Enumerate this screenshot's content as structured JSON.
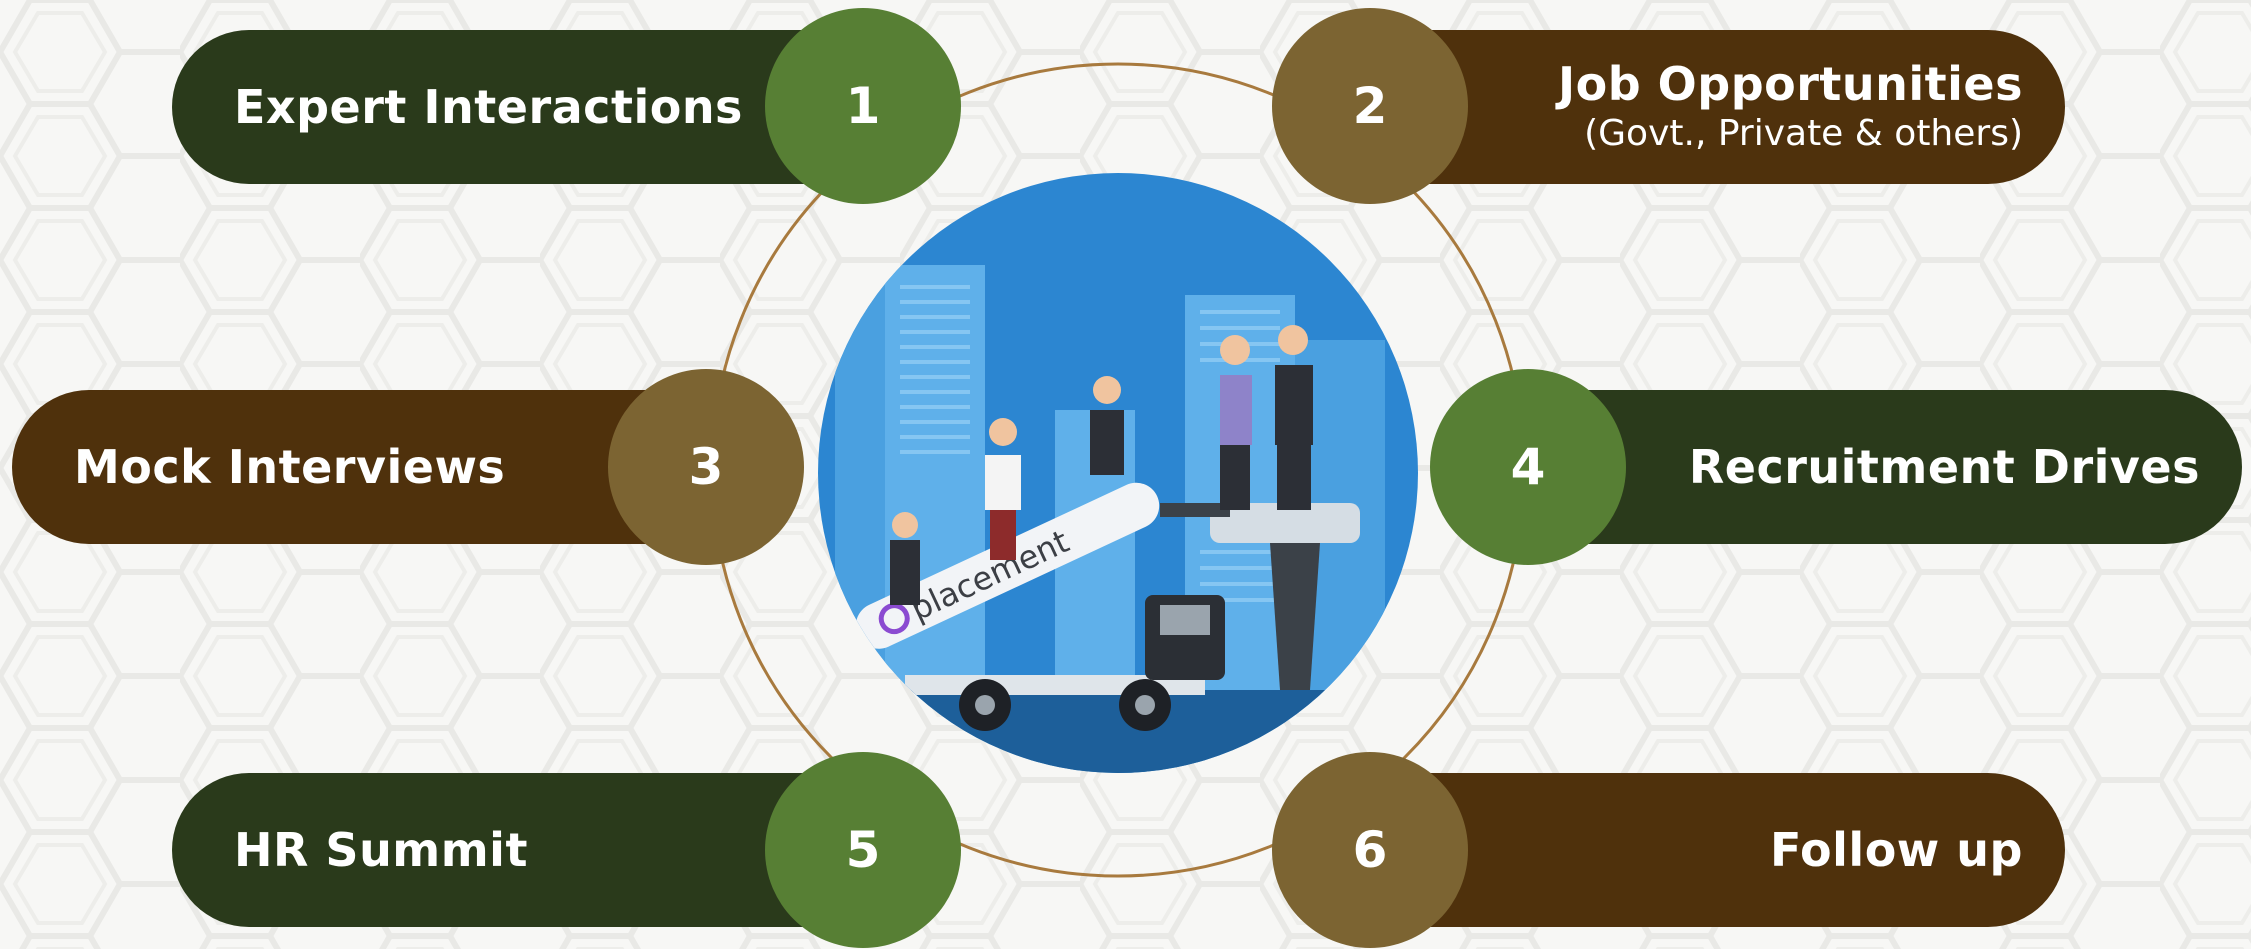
{
  "colors": {
    "background": "#f7f7f5",
    "pill_green": "#2a3a1b",
    "pill_brown": "#4f310c",
    "badge_green": "#577f34",
    "badge_brown": "#7c6432",
    "ring": "#a87a3e",
    "illustration_sky": "#2c86d1"
  },
  "items": [
    {
      "number": "1",
      "label": "Expert Interactions",
      "sublabel": "",
      "color": "green"
    },
    {
      "number": "2",
      "label": "Job Opportunities",
      "sublabel": "(Govt., Private & others)",
      "color": "brown"
    },
    {
      "number": "3",
      "label": "Mock Interviews",
      "sublabel": "",
      "color": "brown"
    },
    {
      "number": "4",
      "label": "Recruitment Drives",
      "sublabel": "",
      "color": "green"
    },
    {
      "number": "5",
      "label": "HR Summit",
      "sublabel": "",
      "color": "green"
    },
    {
      "number": "6",
      "label": "Follow up",
      "sublabel": "",
      "color": "brown"
    }
  ],
  "center": {
    "logo_text": "placement",
    "icon": "handshake-placement-illustration"
  }
}
